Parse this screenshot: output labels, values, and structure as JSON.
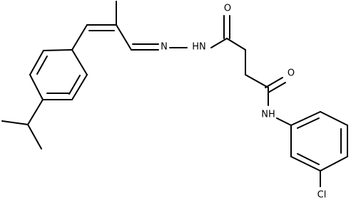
{
  "structure": {
    "atom_labels": {
      "oxygen_top": "O",
      "oxygen_right": "O",
      "hydrazone_nitrogen": "N",
      "hydrazide_nh": "HN",
      "amide_nh": "NH",
      "chlorine": "Cl"
    },
    "line_color": "#000000",
    "background": "#ffffff"
  }
}
